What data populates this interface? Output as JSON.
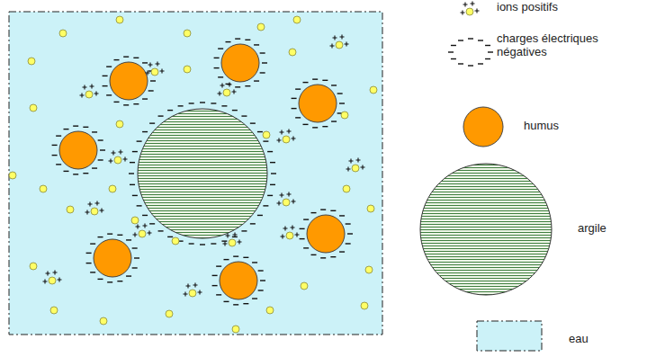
{
  "diagram": {
    "legend": [
      {
        "text": "ions positifs"
      },
      {
        "text": "charges électriques négatives"
      },
      {
        "text": "humus",
        "color": "#ff9900"
      },
      {
        "text": "argile"
      },
      {
        "text": "eau",
        "color": "#ccf2f8"
      }
    ]
  }
}
